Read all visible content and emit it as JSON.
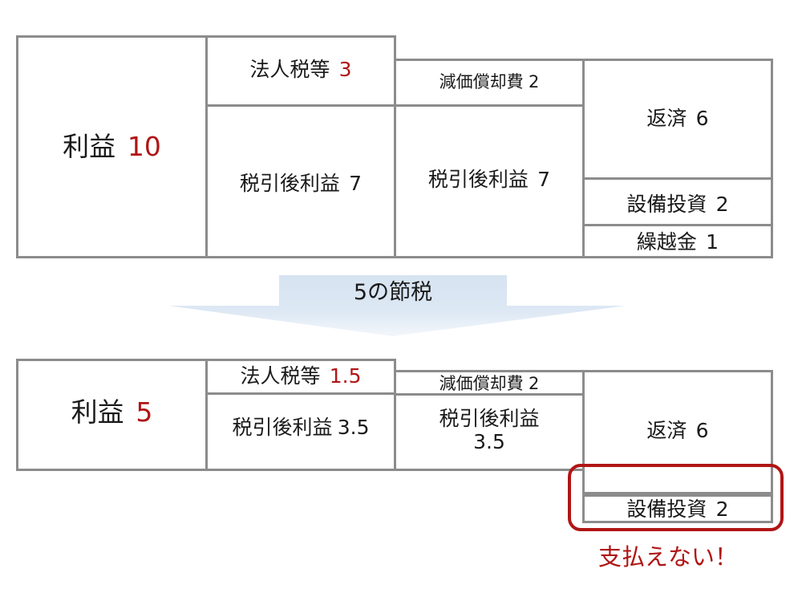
{
  "before": {
    "profit": {
      "label": "利益",
      "value": "10"
    },
    "corporate_tax": {
      "label": "法人税等",
      "value": "3"
    },
    "after_tax_profit_a": {
      "label": "税引後利益",
      "value": "7"
    },
    "depreciation": {
      "label": "減価償却費",
      "value": "2"
    },
    "after_tax_profit_b": {
      "label": "税引後利益",
      "value": "7"
    },
    "repayment": {
      "label": "返済",
      "value": "6"
    },
    "capex": {
      "label": "設備投資",
      "value": "2"
    },
    "carryover": {
      "label": "繰越金",
      "value": "1"
    }
  },
  "arrow": {
    "label": "5の節税"
  },
  "after": {
    "profit": {
      "label": "利益",
      "value": "5"
    },
    "corporate_tax": {
      "label": "法人税等",
      "value": "1.5"
    },
    "after_tax_profit_a": {
      "label": "税引後利益",
      "value": "3.5"
    },
    "depreciation": {
      "label": "減価償却費",
      "value": "2"
    },
    "after_tax_profit_b": {
      "label": "税引後利益",
      "value": "3.5"
    },
    "repayment": {
      "label": "返済",
      "value": "6"
    },
    "capex": {
      "label": "設備投資",
      "value": "2"
    }
  },
  "warning": {
    "text": "支払えない！"
  },
  "colors": {
    "border": "#8c8c8c",
    "accent_red": "#b01515",
    "arrow_fill": "#dce7f3"
  }
}
